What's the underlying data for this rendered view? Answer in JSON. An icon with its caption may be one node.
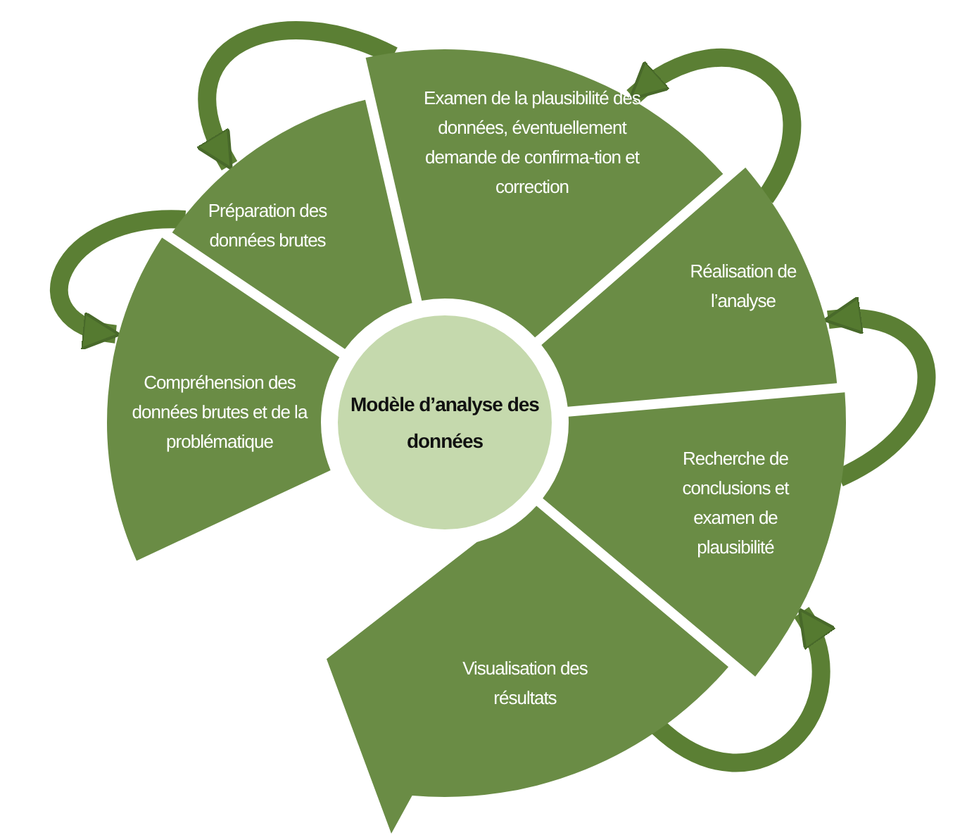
{
  "diagram": {
    "nodes": [
      {
        "text": [
          "Examen de la plausibilité des données, éventuellement demande de confirma-tion et correction"
        ]
      },
      {
        "text": [
          "Préparation des données brutes"
        ]
      },
      {
        "text": [
          "Réalisation de l’analyse"
        ]
      },
      {
        "text": [
          "Compréhension des données brutes et de la problématique"
        ]
      },
      {
        "text": [
          "Modèle d’analyse des données"
        ]
      },
      {
        "text": [
          "Recherche de conclusions et examen de plausibilité"
        ]
      },
      {
        "text": [
          "Visualisation des résultats"
        ]
      }
    ],
    "edges": [
      {
        "from": 0,
        "to": 1,
        "arrow": "to"
      },
      {
        "from": 1,
        "to": 3,
        "arrow": "to"
      },
      {
        "from": 2,
        "to": 0,
        "arrow": "to"
      },
      {
        "from": 5,
        "to": 2,
        "arrow": "to"
      },
      {
        "from": 6,
        "to": 5,
        "arrow": "to"
      }
    ]
  }
}
